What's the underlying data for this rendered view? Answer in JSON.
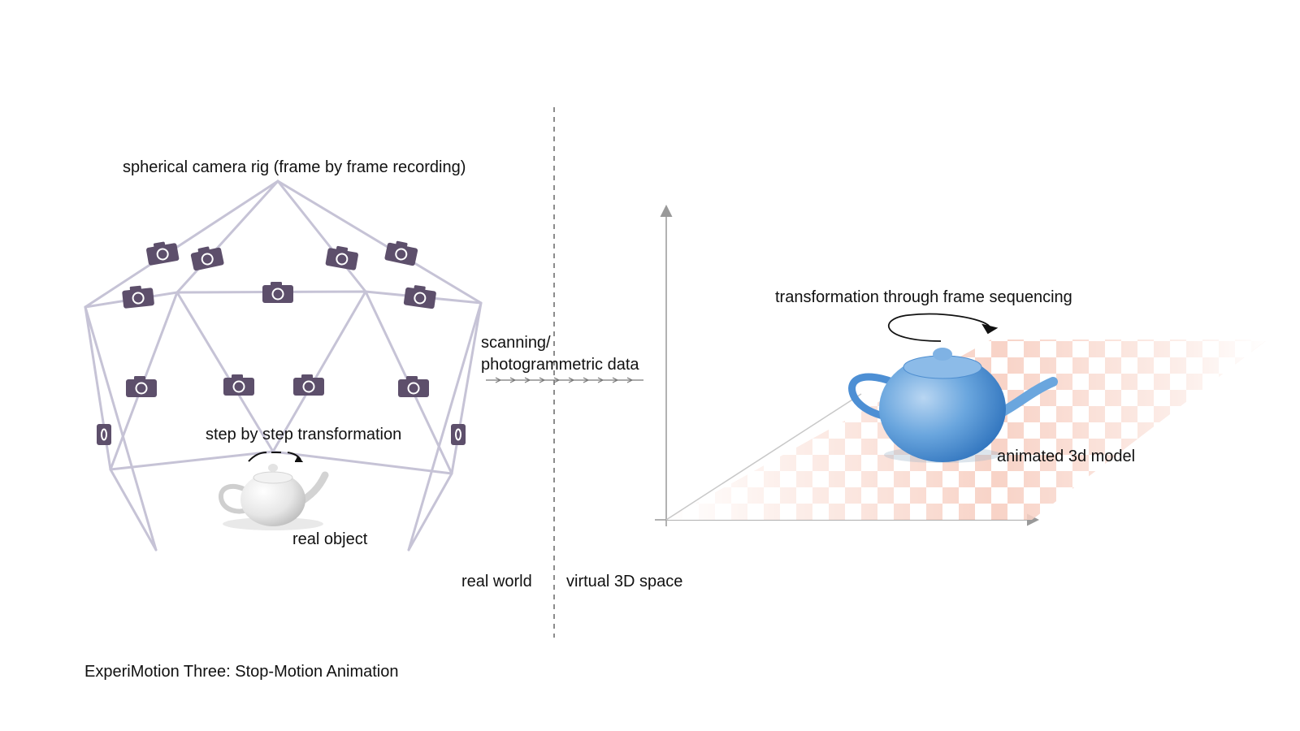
{
  "diagram": {
    "rig_label": "spherical camera rig (frame by frame recording)",
    "scan_label_line1": "scanning/",
    "scan_label_line2": "photogrammetric data",
    "step_label": "step by step transformation",
    "real_object_label": "real object",
    "real_world_label": "real world",
    "virtual_space_label": "virtual 3D space",
    "sequencing_label": "transformation through frame sequencing",
    "model_label": "animated 3d model",
    "footer_title": "ExperiMotion Three: Stop-Motion Animation"
  },
  "colors": {
    "rig_line": "#c6c3d6",
    "camera_fill": "#5d4f6b",
    "divider": "#666666",
    "axis": "#999999",
    "teapot_real": "#e8e8e8",
    "teapot_model": "#5b9ad8",
    "checker": "#f7cbbd"
  },
  "icons": {
    "camera": "camera-icon",
    "rotation_arrow": "rotation-arrow-icon",
    "teapot": "teapot-icon"
  }
}
